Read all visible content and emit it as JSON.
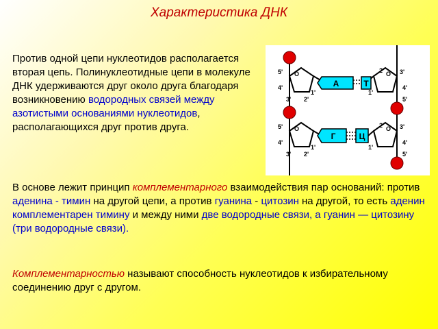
{
  "title": "Характеристика ДНК",
  "para1": {
    "t1": "Против одной цепи нуклеотидов располагается вторая цепь. Полинуклеотидные цепи в молекуле ДНК удерживаются друг около друга благодаря возникновению ",
    "t2": "водородных связей между азотистыми основаниями нуклеотидов",
    "t3": ", располагающихся друг против друга."
  },
  "para2": {
    "t1": "В основе лежит принцип ",
    "t2": "комплементарного",
    "t3": " взаимодействия пар оснований: против ",
    "t4": "аденина - тимин",
    "t5": " на другой цепи, а против ",
    "t6": "гуанина",
    "t7": " - ",
    "t8": "цитозин",
    "t9": " на другой, то есть ",
    "t10": "аденин комплементарен тимину",
    "t11": " и между ними ",
    "t12": "две водородные связи, а гуанин — цитозину (три водородные связи)."
  },
  "para3": {
    "t1": "Комплементарностью",
    "t2": " называют способность нуклеотидов к избирательному соединению друг с другом."
  },
  "diagram": {
    "sugar_O": "O",
    "carbons": [
      "5'",
      "4'",
      "1'",
      "3'",
      "2'"
    ],
    "base_A": "А",
    "base_T": "Т",
    "base_G": "Г",
    "base_C": "Ц",
    "colors": {
      "phosphate": "#e00000",
      "purine": "#00e5ff",
      "pyrimidine": "#00e5ff"
    }
  }
}
